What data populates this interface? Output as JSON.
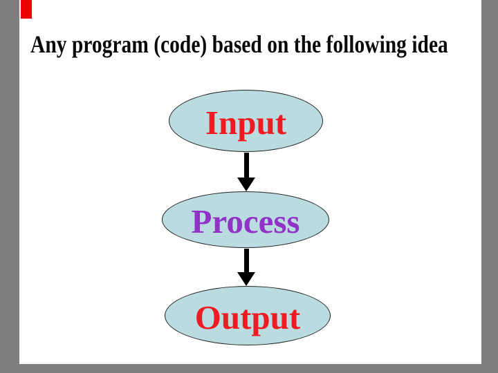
{
  "slide": {
    "title": "Any program (code) based on the following idea",
    "flowchart": {
      "nodes": [
        {
          "id": "input",
          "label": "Input",
          "shape": "ellipse",
          "fill": "#badbe0",
          "text_color": "#ee1b22"
        },
        {
          "id": "process",
          "label": "Process",
          "shape": "ellipse",
          "fill": "#badbe0",
          "text_color": "#9133c7"
        },
        {
          "id": "output",
          "label": "Output",
          "shape": "ellipse",
          "fill": "#badbe0",
          "text_color": "#ee1b22"
        }
      ],
      "connectors": [
        {
          "from": "input",
          "to": "process",
          "style": "thick-down-arrow",
          "color": "#000000"
        },
        {
          "from": "process",
          "to": "output",
          "style": "thick-down-arrow",
          "color": "#000000"
        }
      ]
    },
    "colors": {
      "slide_background": "#fefefe",
      "frame_gray": "#7f7f7f",
      "accent_marker_red": "#ee0000",
      "title_text": "#0a0a0a",
      "node_border": "#1f1f1f"
    }
  }
}
